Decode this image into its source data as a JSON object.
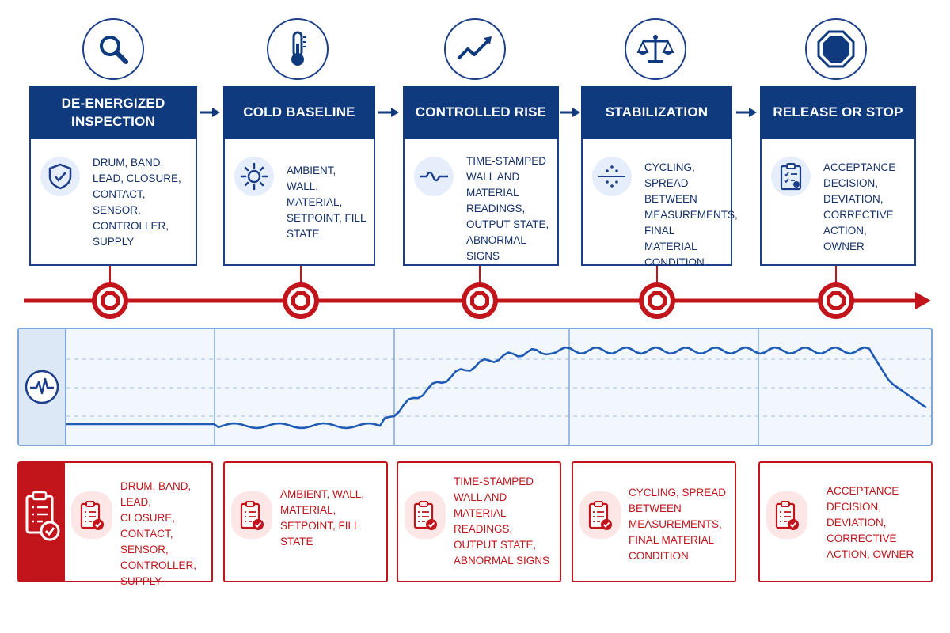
{
  "stages": [
    {
      "title": "DE-ENERGIZED INSPECTION",
      "icon": "magnifier-icon",
      "body_icon": "shield-check-icon",
      "items": "DRUM, BAND, LEAD, CLOSURE, CONTACT, SENSOR, CONTROLLER, SUPPLY"
    },
    {
      "title": "COLD BASELINE",
      "icon": "thermometer-icon",
      "body_icon": "sun-icon",
      "items": "AMBIENT, WALL, MATERIAL, SETPOINT, FILL STATE"
    },
    {
      "title": "CONTROLLED RISE",
      "icon": "trend-up-icon",
      "body_icon": "waveform-icon",
      "items": "TIME-STAMPED WALL AND MATERIAL READINGS, OUTPUT STATE, ABNORMAL SIGNS"
    },
    {
      "title": "STABILIZATION",
      "icon": "balance-scale-icon",
      "body_icon": "dotted-divider-icon",
      "items": "CYCLING, SPREAD BETWEEN MEASUREMENTS, FINAL MATERIAL CONDITION"
    },
    {
      "title": "RELEASE OR STOP",
      "icon": "stop-octagon-icon",
      "body_icon": "clipboard-checklist-icon",
      "items": "ACCEPTANCE DECISION, DEVIATION, CORRECTIVE ACTION, OWNER"
    }
  ],
  "records": [
    {
      "text": "DRUM, BAND, LEAD, CLOSURE, CONTACT, SENSOR, CONTROLLER, SUPPLY"
    },
    {
      "text": "AMBIENT, WALL, MATERIAL, SETPOINT, FILL STATE"
    },
    {
      "text": "TIME-STAMPED WALL AND MATERIAL READINGS, OUTPUT STATE, ABNORMAL SIGNS"
    },
    {
      "text": "CYCLING, SPREAD BETWEEN MEASUREMENTS, FINAL MATERIAL CONDITION"
    },
    {
      "text": "ACCEPTANCE DECISION, DEVIATION, CORRECTIVE ACTION, OWNER"
    }
  ],
  "timeline": {
    "marker_icon": "stop-octagon-icon",
    "arrow_icon": "arrow-right-icon"
  },
  "trace": {
    "icon": "heartbeat-icon"
  },
  "records_icon": "clipboard-check-icon",
  "colors": {
    "navy": "#0f3a7d",
    "red": "#c1141b",
    "trace": "#1f5bb5",
    "panel": "#f2f7fd"
  }
}
